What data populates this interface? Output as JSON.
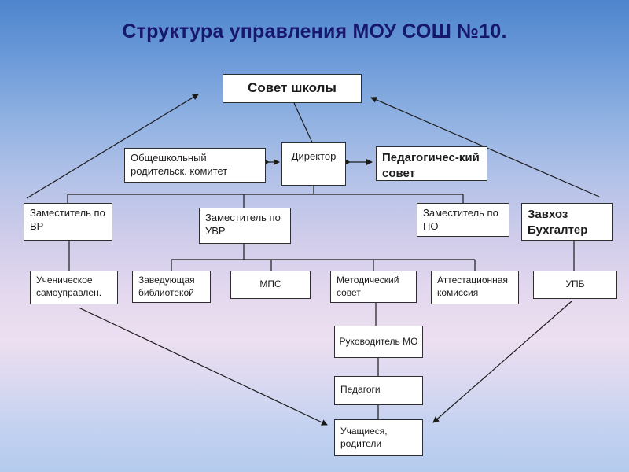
{
  "title": "Структура управления МОУ СОШ №10.",
  "nodes": {
    "school_council": {
      "label": "Совет школы"
    },
    "parent_committee": {
      "label": "Общешкольный родительск. комитет"
    },
    "director": {
      "label": "Директор"
    },
    "pedagogical_council": {
      "label": "Педагогичес-кий совет"
    },
    "deputy_vr": {
      "label": "Заместитель по ВР"
    },
    "deputy_uvr": {
      "label": "Заместитель по УВР"
    },
    "deputy_po": {
      "label": "Заместитель по ПО"
    },
    "zavkhoz": {
      "label": "Завхоз Бухгалтер"
    },
    "student_self_gov": {
      "label": "Ученическое самоуправлен."
    },
    "librarian": {
      "label": "Заведующая библиотекой"
    },
    "mps": {
      "label": "МПС"
    },
    "methodical_council": {
      "label": "Методический совет"
    },
    "attestation_commission": {
      "label": "Аттестационная комиссия"
    },
    "upb": {
      "label": "УПБ"
    },
    "mo_leader": {
      "label": "Руководитель МО"
    },
    "teachers": {
      "label": "Педагоги"
    },
    "students_parents": {
      "label": "Учащиеся, родители"
    }
  },
  "edges": [
    {
      "from": "deputy_vr",
      "to": "school_council",
      "type": "arrow"
    },
    {
      "from": "zavkhoz",
      "to": "school_council",
      "type": "arrow"
    },
    {
      "from": "school_council",
      "to": "director",
      "type": "line"
    },
    {
      "from": "director",
      "to": "parent_committee",
      "type": "double-arrow"
    },
    {
      "from": "director",
      "to": "pedagogical_council",
      "type": "double-arrow"
    },
    {
      "from": "director",
      "to": "deputy_vr",
      "type": "line"
    },
    {
      "from": "director",
      "to": "deputy_uvr",
      "type": "line"
    },
    {
      "from": "director",
      "to": "deputy_po",
      "type": "line"
    },
    {
      "from": "deputy_vr",
      "to": "student_self_gov",
      "type": "line"
    },
    {
      "from": "deputy_uvr",
      "to": "librarian",
      "type": "line"
    },
    {
      "from": "deputy_uvr",
      "to": "mps",
      "type": "line"
    },
    {
      "from": "deputy_uvr",
      "to": "methodical_council",
      "type": "line"
    },
    {
      "from": "deputy_uvr",
      "to": "attestation_commission",
      "type": "line"
    },
    {
      "from": "zavkhoz",
      "to": "upb",
      "type": "line"
    },
    {
      "from": "methodical_council",
      "to": "mo_leader",
      "type": "line"
    },
    {
      "from": "mo_leader",
      "to": "teachers",
      "type": "line"
    },
    {
      "from": "teachers",
      "to": "students_parents",
      "type": "line"
    },
    {
      "from": "student_self_gov",
      "to": "students_parents",
      "type": "arrow"
    },
    {
      "from": "upb",
      "to": "students_parents",
      "type": "arrow"
    }
  ]
}
